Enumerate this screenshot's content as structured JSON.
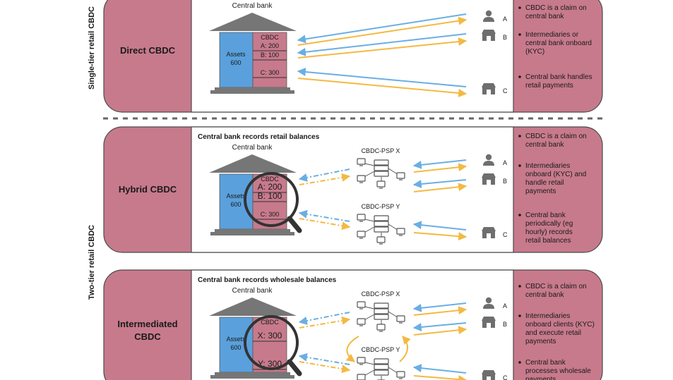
{
  "tiers": {
    "single": "Single-tier retail CBDC",
    "two": "Two-tier retail CBDC"
  },
  "panels": [
    {
      "label": "Direct CBDC",
      "header": "",
      "central_bank": "Central bank",
      "assets": [
        "Assets",
        "600"
      ],
      "cbdc_head": "CBDC",
      "ledger": [
        "A: 200",
        "B: 100",
        "C: 300"
      ],
      "psp": [],
      "users": [
        "A",
        "B",
        "C"
      ],
      "notes": [
        "CBDC is a claim on central bank",
        "Intermediaries or central bank onboard (KYC)",
        "Central bank handles retail payments"
      ]
    },
    {
      "label": "Hybrid CBDC",
      "header": "Central bank records retail balances",
      "central_bank": "Central bank",
      "assets": [
        "Assets",
        "600"
      ],
      "cbdc_head": "CBDC",
      "ledger": [
        "A: 200",
        "B: 100",
        "C: 300"
      ],
      "psp": [
        "CBDC-PSP X",
        "CBDC-PSP Y"
      ],
      "users": [
        "A",
        "B",
        "C"
      ],
      "notes": [
        "CBDC is a claim on central bank",
        "Intermediaries onboard (KYC) and handle retail payments",
        "Central bank periodically (eg hourly) records retail balances"
      ]
    },
    {
      "label": "Intermediated CBDC",
      "header": "Central bank records wholesale balances",
      "central_bank": "Central bank",
      "assets": [
        "Assets",
        "600"
      ],
      "cbdc_head": "CBDC",
      "ledger": [
        "X: 300",
        "Y: 300"
      ],
      "psp": [
        "CBDC-PSP X",
        "CBDC-PSP Y"
      ],
      "users": [
        "A",
        "B",
        "C"
      ],
      "notes": [
        "CBDC is a claim on central bank",
        "Intermediaries onboard clients (KYC) and execute retail payments",
        "Central bank processes wholesale payments"
      ]
    }
  ],
  "colors": {
    "panel": "#c77a8c",
    "panel_edge": "#4a4a4a",
    "roof": "#767676",
    "assets": "#5aa0dc",
    "cbdc": "#c77a8c",
    "blue_arrow": "#6aaee4",
    "orange_arrow": "#f4b942",
    "icon": "#6e6e6e"
  }
}
